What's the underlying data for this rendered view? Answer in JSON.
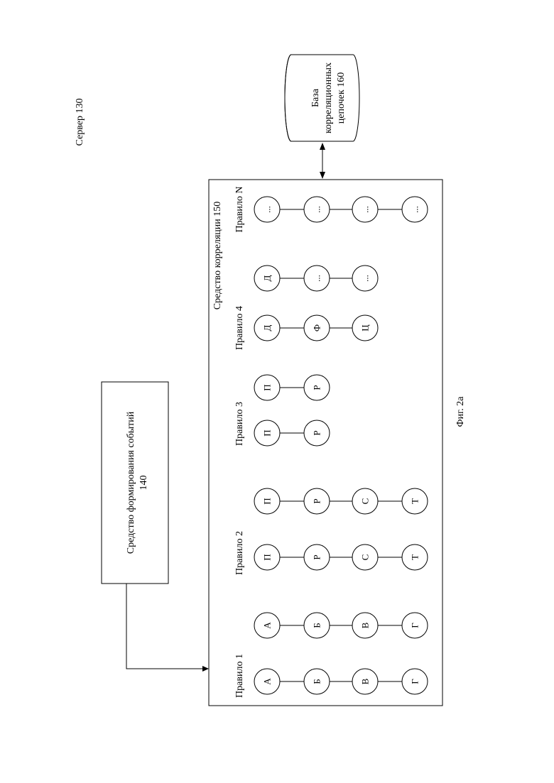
{
  "server_label": "Сервер 130",
  "event_tool": {
    "line1": "Средство формирования событий",
    "line2": "140"
  },
  "correlation_tool_label": "Средство корреляции 150",
  "database": {
    "line1": "База",
    "line2": "корреляционных",
    "line3": "цепочек 160"
  },
  "figure_caption": "Фиг. 2а",
  "rules": [
    {
      "label": "Правило 1",
      "chains": [
        [
          "А",
          "Б",
          "В",
          "Г"
        ],
        [
          "А",
          "Б",
          "В",
          "Г"
        ]
      ]
    },
    {
      "label": "Правило 2",
      "chains": [
        [
          "П",
          "Р",
          "С",
          "Т"
        ],
        [
          "П",
          "Р",
          "С",
          "Т"
        ]
      ]
    },
    {
      "label": "Правило 3",
      "chains": [
        [
          "П",
          "Р"
        ],
        [
          "П",
          "Р"
        ]
      ]
    },
    {
      "label": "Правило 4",
      "chains": [
        [
          "Д",
          "Ф",
          "Ц"
        ],
        [
          "Д",
          "...",
          "..."
        ]
      ]
    },
    {
      "label": "Правило N",
      "chains": [
        [
          "...",
          "...",
          "...",
          "..."
        ]
      ]
    }
  ]
}
